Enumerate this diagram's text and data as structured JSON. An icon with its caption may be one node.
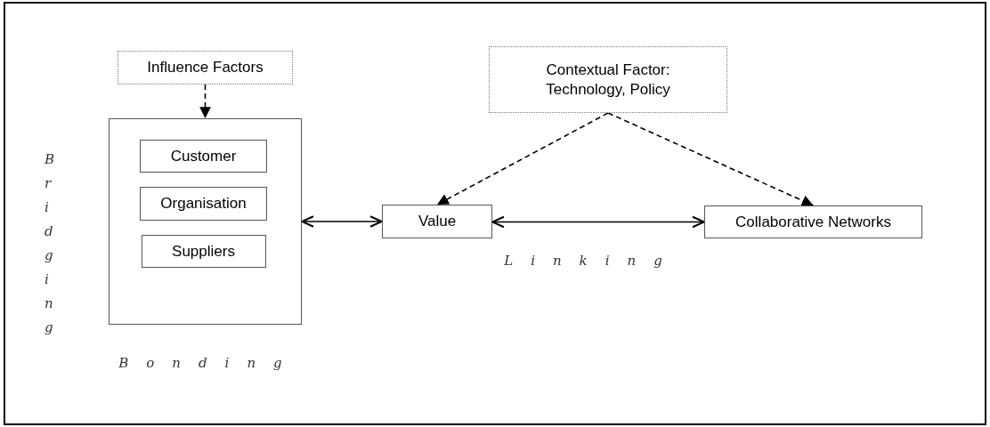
{
  "diagram": {
    "nodes": [
      {
        "text": [
          "Influence Factors"
        ]
      },
      {
        "text": [],
        "shape": "box"
      },
      {
        "text": [
          "Customer"
        ],
        "in": 1
      },
      {
        "text": [
          "Organisation"
        ],
        "in": 1
      },
      {
        "text": [
          "Suppliers"
        ],
        "in": 1
      },
      {
        "text": [
          "Contextual Factor: Technology, Policy"
        ]
      },
      {
        "text": [
          "Value"
        ]
      },
      {
        "text": [
          "Collaborative Networks"
        ]
      }
    ],
    "edges": [
      {
        "from": 0,
        "to": 1,
        "arrow": "to",
        "style": "dashed"
      },
      {
        "from": 1,
        "to": 6,
        "arrow": "both"
      },
      {
        "from": 6,
        "to": 7,
        "arrow": "both"
      },
      {
        "from": 5,
        "to": 6,
        "arrow": "to",
        "style": "dashed"
      },
      {
        "from": 5,
        "to": 7,
        "arrow": "to",
        "style": "dashed"
      }
    ],
    "labels": [
      "Bridging",
      "Bonding",
      "Linking"
    ]
  }
}
